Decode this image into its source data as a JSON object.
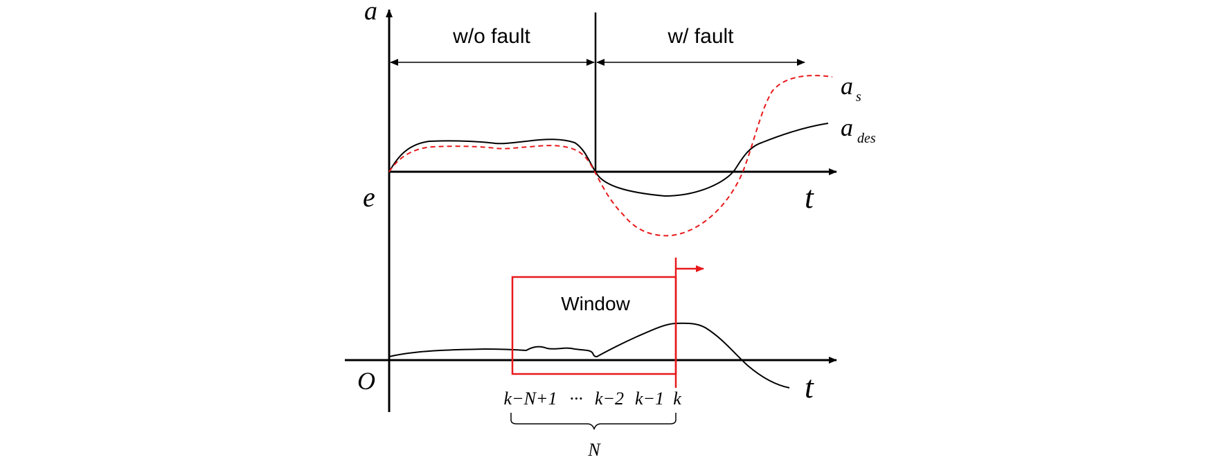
{
  "labels": {
    "y_axis_top": "a",
    "error_axis": "e",
    "time_top": "t",
    "origin": "O",
    "time_bottom": "t",
    "without_fault": "w/o fault",
    "with_fault": "w/ fault",
    "window": "Window",
    "curve_as": "a",
    "curve_as_sub": "s",
    "curve_ades": "a",
    "curve_ades_sub": "des",
    "tick_k_minus_N_plus_1": "k−N+1",
    "tick_dots": "···",
    "tick_k_minus_2": "k−2",
    "tick_k_minus_1": "k−1",
    "tick_k": "k",
    "brace_label": "N"
  },
  "colors": {
    "axis": "#000000",
    "desired_curve": "#000000",
    "sensor_curve": "#e8191c",
    "window": "#e8191c"
  }
}
